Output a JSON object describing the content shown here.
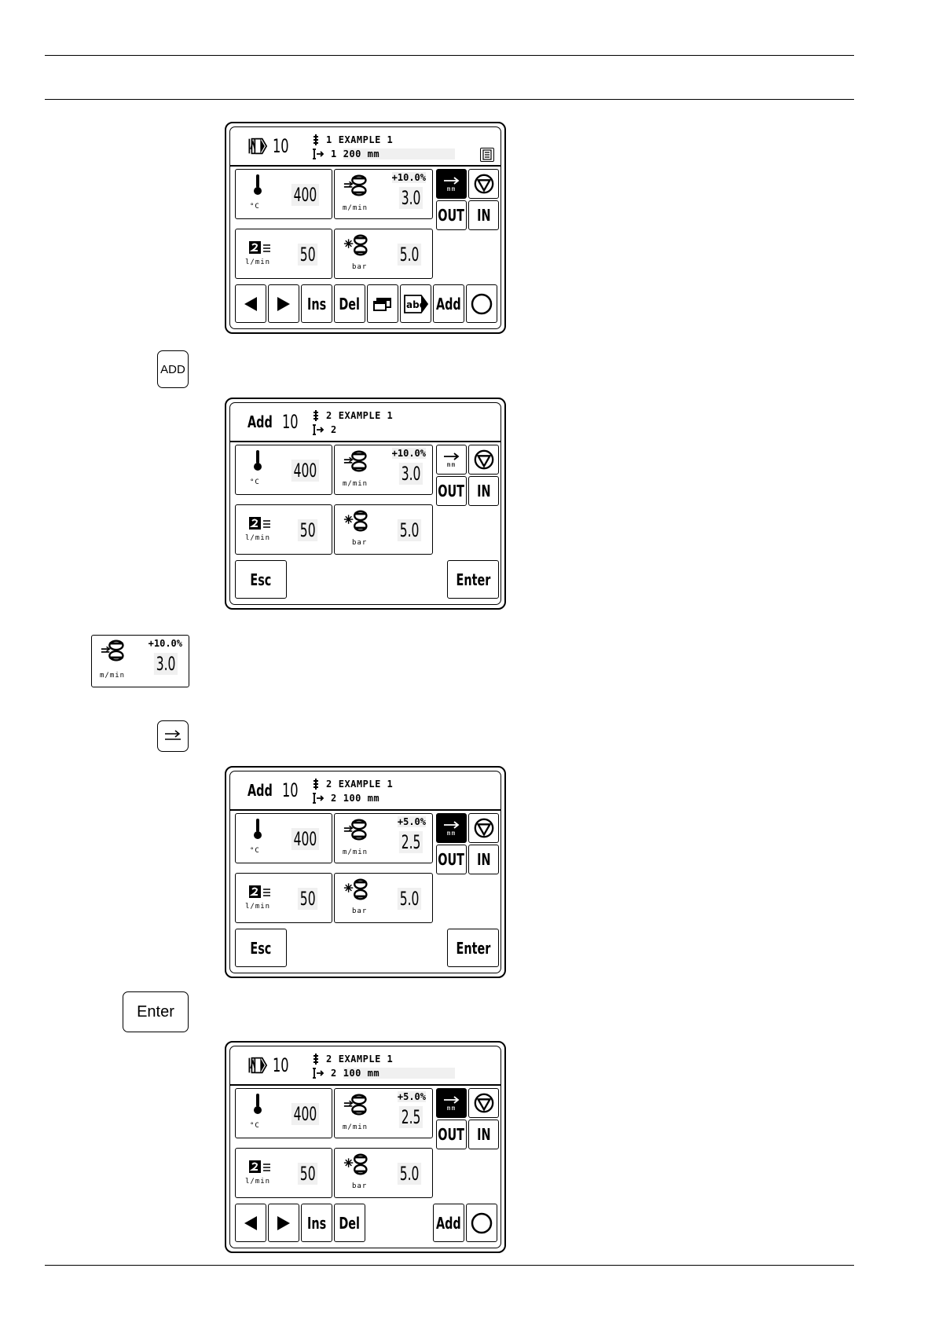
{
  "keys": {
    "add_label": "ADD",
    "enter_label": "Enter"
  },
  "screen1": {
    "mode": "",
    "step": "10",
    "line1_num": "1",
    "line1_text": "EXAMPLE 1",
    "line2_num": "1",
    "line2_text": "200 mm",
    "temp_value": "400",
    "temp_unit": "°C",
    "speed_pct": "+10.0%",
    "speed_value": "3.0",
    "speed_unit": "m/min",
    "flow_value": "50",
    "flow_unit": "l/min",
    "pressure_value": "5.0",
    "pressure_unit": "bar",
    "out_label": "OUT",
    "in_label": "IN",
    "ins_label": "Ins",
    "del_label": "Del",
    "add_label": "Add",
    "mm_label": "mm"
  },
  "screen2": {
    "mode": "Add",
    "step": "10",
    "line1_num": "2",
    "line1_text": "EXAMPLE 1",
    "line2_num": "2",
    "temp_value": "400",
    "temp_unit": "°C",
    "speed_pct": "+10.0%",
    "speed_value": "3.0",
    "speed_unit": "m/min",
    "flow_value": "50",
    "flow_unit": "l/min",
    "pressure_value": "5.0",
    "pressure_unit": "bar",
    "out_label": "OUT",
    "in_label": "IN",
    "esc_label": "Esc",
    "enter_label": "Enter",
    "mm_label": "mm"
  },
  "detail": {
    "speed_pct": "+10.0%",
    "speed_value": "3.0",
    "speed_unit": "m/min"
  },
  "screen3": {
    "mode": "Add",
    "step": "10",
    "line1_num": "2",
    "line1_text": "EXAMPLE 1",
    "line2_num": "2",
    "line2_text": "100 mm",
    "temp_value": "400",
    "temp_unit": "°C",
    "speed_pct": "+5.0%",
    "speed_value": "2.5",
    "speed_unit": "m/min",
    "flow_value": "50",
    "flow_unit": "l/min",
    "pressure_value": "5.0",
    "pressure_unit": "bar",
    "out_label": "OUT",
    "in_label": "IN",
    "esc_label": "Esc",
    "enter_label": "Enter",
    "mm_label": "mm"
  },
  "screen4": {
    "step": "10",
    "line1_num": "2",
    "line1_text": "EXAMPLE 1",
    "line2_num": "2",
    "line2_text": "100 mm",
    "temp_value": "400",
    "temp_unit": "°C",
    "speed_pct": "+5.0%",
    "speed_value": "2.5",
    "speed_unit": "m/min",
    "flow_value": "50",
    "flow_unit": "l/min",
    "pressure_value": "5.0",
    "pressure_unit": "bar",
    "out_label": "OUT",
    "in_label": "IN",
    "ins_label": "Ins",
    "del_label": "Del",
    "add_label": "Add",
    "mm_label": "mm"
  },
  "colors": {
    "ink": "#000000",
    "field_highlight": "#f0f0f0",
    "paper": "#ffffff"
  }
}
